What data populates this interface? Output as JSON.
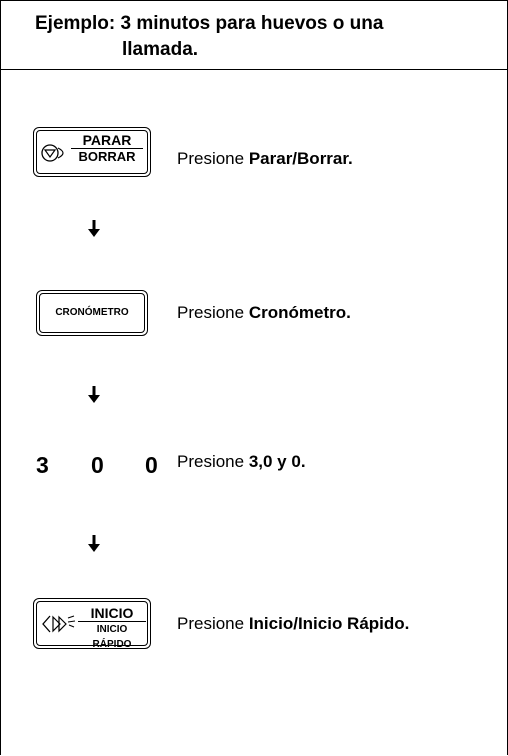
{
  "header": {
    "title_line1": "Ejemplo: 3 minutos para huevos o una",
    "title_line2": "llamada."
  },
  "steps": [
    {
      "key": {
        "top": "PARAR",
        "bottom": "BORRAR",
        "icon": "stop-clear-icon"
      },
      "instruction": {
        "prefix": "Presione ",
        "bold": "Parar/Borrar."
      }
    },
    {
      "key": {
        "label": "CRONÓMETRO"
      },
      "instruction": {
        "prefix": "Presione ",
        "bold": "Cronómetro."
      }
    },
    {
      "digits": [
        "3",
        "0",
        "0"
      ],
      "instruction": {
        "prefix": "Presione ",
        "bold": "3,0 y 0."
      }
    },
    {
      "key": {
        "top": "INICIO",
        "bottom": "INICIO RÁPIDO",
        "icon": "start-icon"
      },
      "instruction": {
        "prefix": "Presione ",
        "bold": "Inicio/Inicio Rápido."
      }
    }
  ],
  "arrows": [
    "down-arrow-icon",
    "down-arrow-icon",
    "down-arrow-icon"
  ]
}
